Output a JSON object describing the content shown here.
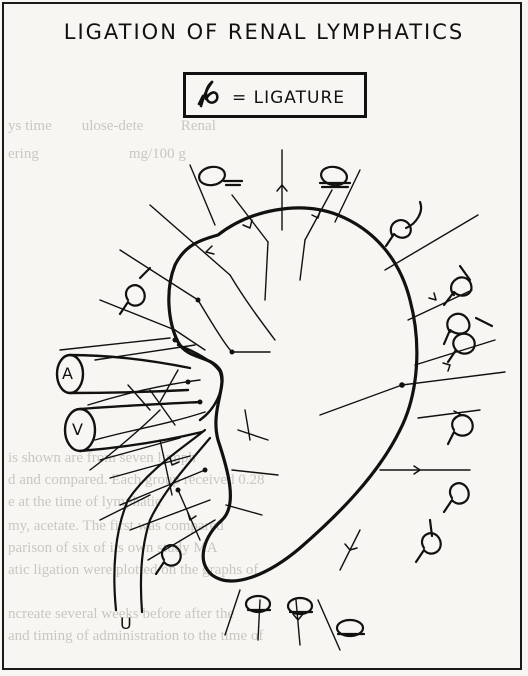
{
  "title": "LIGATION OF RENAL LYMPHATICS",
  "legend": {
    "icon": "ligature-knot-icon",
    "label": "= LIGATURE"
  },
  "labels": {
    "artery": "A",
    "vein": "V",
    "ureter": "U"
  }
}
